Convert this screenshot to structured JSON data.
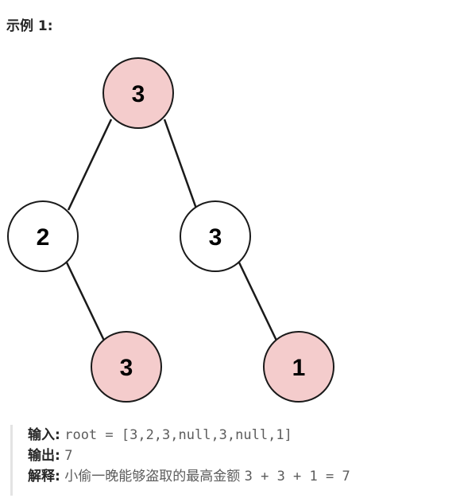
{
  "heading": "示例 1:",
  "colors": {
    "highlight_fill": "#f4cccc",
    "normal_fill": "#ffffff",
    "stroke": "#1a1a1a"
  },
  "tree": {
    "nodes": [
      {
        "id": "root",
        "value": "3",
        "highlighted": true
      },
      {
        "id": "left",
        "value": "2",
        "highlighted": false
      },
      {
        "id": "right",
        "value": "3",
        "highlighted": false
      },
      {
        "id": "left-right",
        "value": "3",
        "highlighted": true
      },
      {
        "id": "right-right",
        "value": "1",
        "highlighted": true
      }
    ],
    "edges": [
      {
        "from": "root",
        "to": "left"
      },
      {
        "from": "root",
        "to": "right"
      },
      {
        "from": "left",
        "to": "left-right"
      },
      {
        "from": "right",
        "to": "right-right"
      }
    ]
  },
  "example": {
    "input_label": "输入:",
    "input_value": "root = [3,2,3,null,3,null,1]",
    "output_label": "输出:",
    "output_value": "7",
    "explanation_label": "解释:",
    "explanation_text": "小偷一晚能够盗取的最高金额",
    "explanation_expr": "3 + 3 + 1 = 7"
  }
}
